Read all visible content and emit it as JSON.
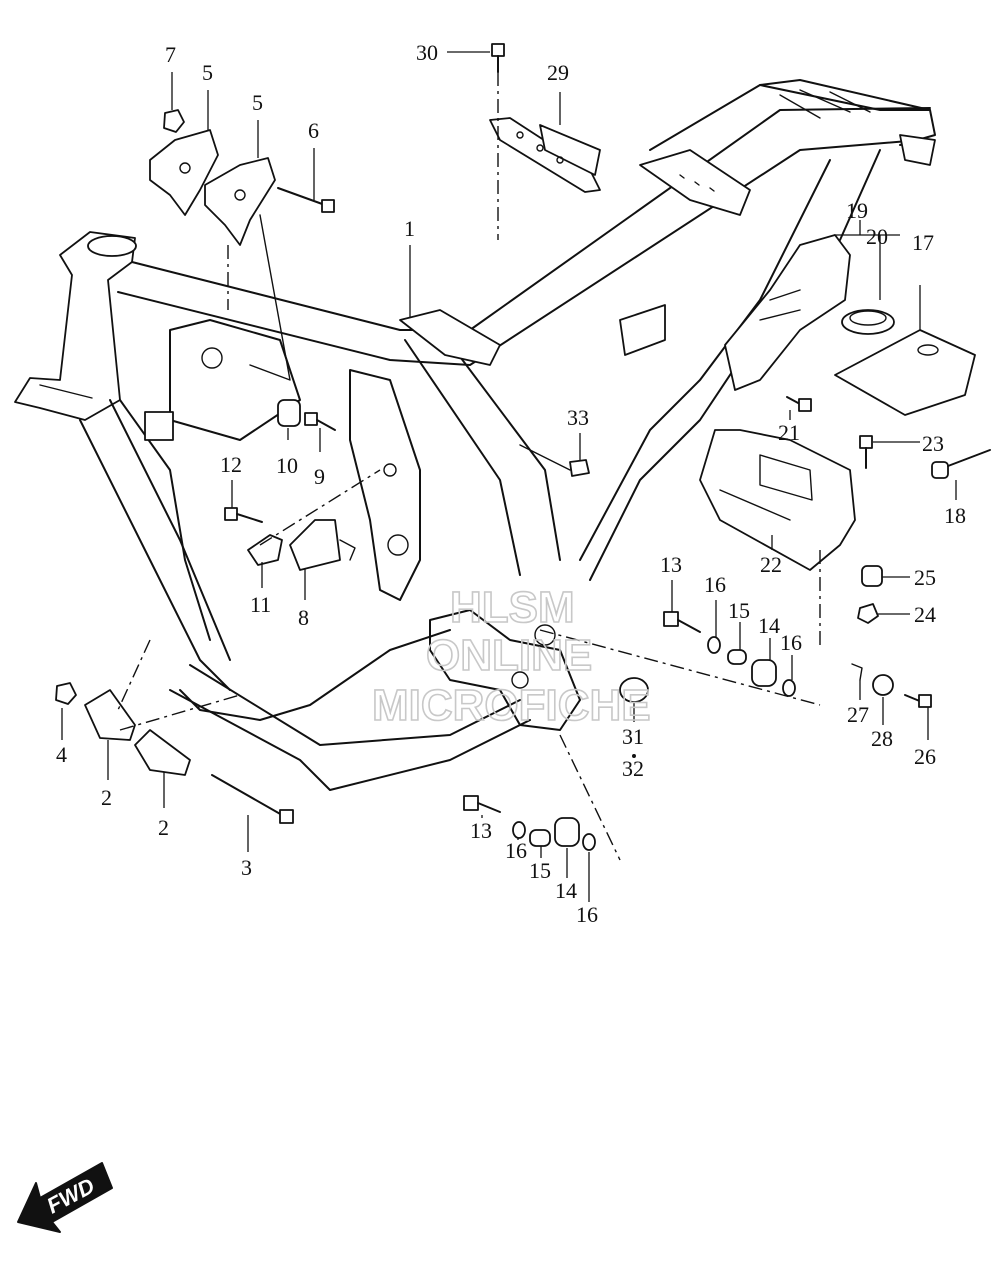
{
  "watermark": {
    "line1": "HLSM",
    "line2": "ONLINE",
    "line3": "MICROFICHE"
  },
  "fwd_label": "FWD",
  "callouts": {
    "c1": "1",
    "c2a": "2",
    "c2b": "2",
    "c3": "3",
    "c4": "4",
    "c5a": "5",
    "c5b": "5",
    "c6": "6",
    "c7": "7",
    "c8": "8",
    "c9": "9",
    "c10": "10",
    "c11": "11",
    "c12": "12",
    "c13a": "13",
    "c13b": "13",
    "c14a": "14",
    "c14b": "14",
    "c15a": "15",
    "c15b": "15",
    "c16a": "16",
    "c16b": "16",
    "c16c": "16",
    "c16d": "16",
    "c17": "17",
    "c18": "18",
    "c19": "19",
    "c20": "20",
    "c21": "21",
    "c22": "22",
    "c23": "23",
    "c24": "24",
    "c25": "25",
    "c26": "26",
    "c27": "27",
    "c28": "28",
    "c29": "29",
    "c30": "30",
    "c31": "31",
    "c32": "32",
    "c33": "33"
  },
  "colors": {
    "line": "#111111",
    "watermark": "#c8c8c8",
    "background": "#ffffff"
  }
}
